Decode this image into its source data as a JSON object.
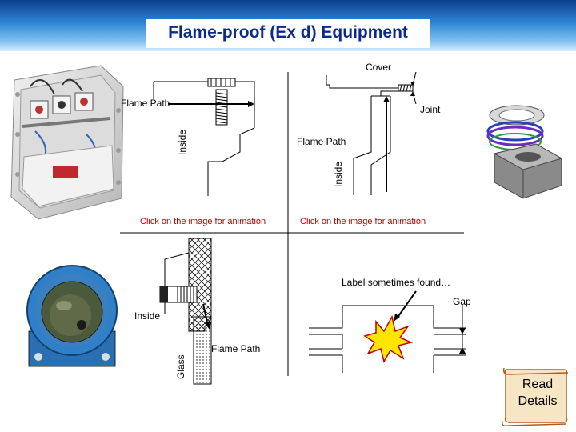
{
  "slide": {
    "title": "Flame-proof (Ex d) Equipment"
  },
  "diagram_top": {
    "cover": "Cover",
    "flame_path_left": "Flame Path",
    "inside_left": "Inside",
    "joint": "Joint",
    "flame_path_right": "Flame Path",
    "inside_right": "Inside",
    "click_left": "Click on the image for animation",
    "click_right": "Click on the image for animation"
  },
  "diagram_bottom": {
    "inside": "Inside",
    "glass": "Glass",
    "flame_path": "Flame Path",
    "label_found": "Label sometimes found…",
    "gap": "Gap"
  },
  "read_details": {
    "line1": "Read",
    "line2": "Details"
  },
  "colors": {
    "title_text": "#0b2a8c",
    "title_bar_dark": "#0a3f8c",
    "title_bar_light": "#7fc0f0",
    "link_red": "#c00000",
    "scroll_fill": "#f7e6c4",
    "scroll_stroke": "#b55a1e",
    "explosion_fill": "#ffe600",
    "explosion_stroke": "#c00000"
  }
}
